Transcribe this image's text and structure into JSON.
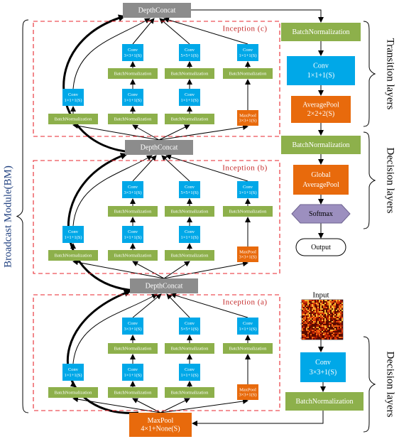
{
  "colors": {
    "green": "#8DB04B",
    "blue": "#00A8E8",
    "orange": "#E86A0C",
    "gray": "#8C8C8C",
    "purple": "#9C8FBF",
    "red_dash": "#E8262E",
    "arrow": "#000000",
    "side_label_blue": "#1F3F7F",
    "inception_label": "#C42A2A"
  },
  "labels": {
    "broadcast_module": "Broadcast Module(BM)",
    "transition_layers": "Transition layers",
    "decision_layers_top": "Decision layers",
    "decision_layers_bottom": "Decision layers",
    "inception_a": "Inception  (a)",
    "inception_b": "Inception  (b)",
    "inception_c": "Inception  (c)",
    "input": "Input"
  },
  "blocks": {
    "depthconcat": "DepthConcat",
    "batchnorm": "BatchNormalization",
    "conv": "Conv",
    "conv_1x1": "1×1+1(S)",
    "conv_3x3": "3×3+1(S)",
    "conv_5x5": "5×5+1(S)",
    "maxpool": "MaxPool",
    "maxpool_3x3": "3×3+1(S)"
  },
  "right_column": {
    "t_batchnorm": "BatchNormalization",
    "t_conv": "Conv",
    "t_conv_sub": "1×1+1(S)",
    "t_avgpool": "AveragePool",
    "t_avgpool_sub": "2×2+2(S)",
    "d_batchnorm": "BatchNormalization",
    "d_global": "Global",
    "d_global_sub": "AveragePool",
    "d_softmax": "Softmax",
    "d_output": "Output",
    "b_conv": "Conv",
    "b_conv_sub": "3×3+1(S)",
    "b_batchnorm": "BatchNormalization"
  },
  "bottom_maxpool": {
    "label": "MaxPool",
    "sub": "4×1+None(S)"
  }
}
